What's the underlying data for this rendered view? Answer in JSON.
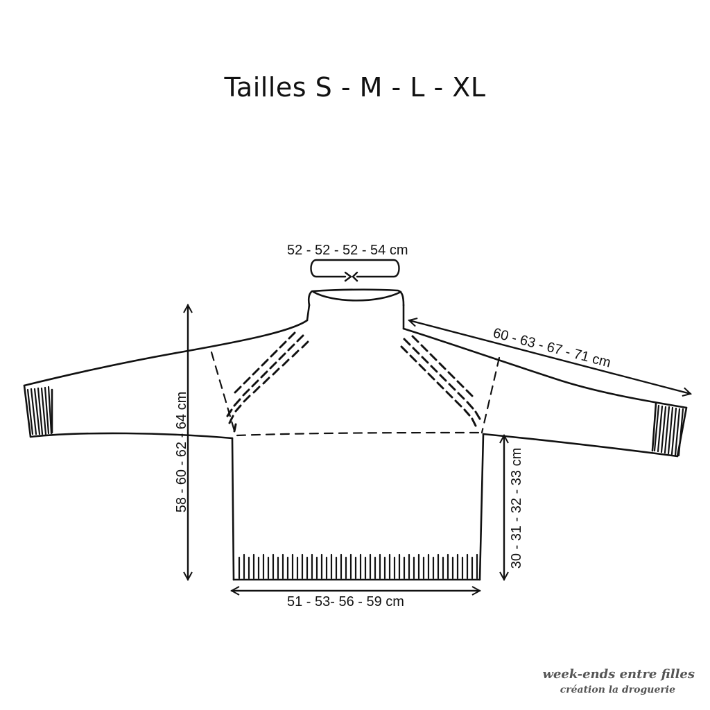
{
  "title": "Tailles S - M - L - XL",
  "measurements": {
    "neck_circumference": "52 - 52 - 52 - 54 cm",
    "sleeve_length": "60 - 63 - 67 - 71 cm",
    "total_length": "58 - 60 - 62 - 64 cm",
    "body_length": "30 - 31 - 32 - 33 cm",
    "body_width": "51 - 53- 56 - 59 cm"
  },
  "credit": {
    "line1": "week-ends entre filles",
    "line2": "création la droguerie"
  }
}
